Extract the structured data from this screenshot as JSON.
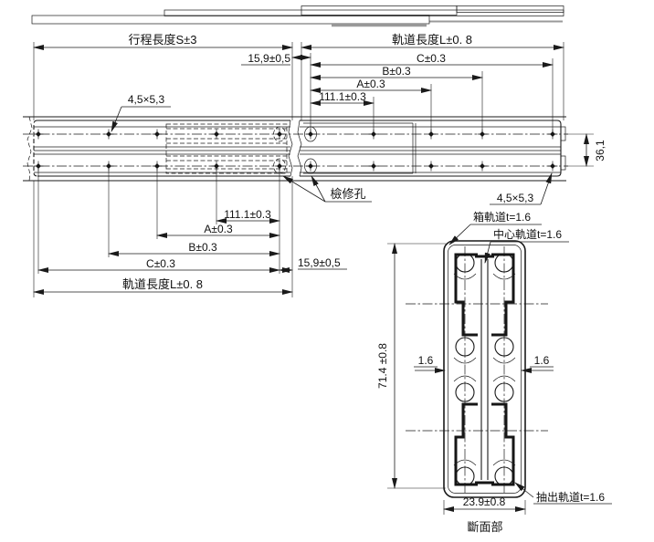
{
  "plan": {
    "stroke_length": "行程長度S±3",
    "rail_length_top": "軌道長度L±0. 8",
    "rail_length_bottom": "軌道長度L±0. 8",
    "end_offset_top": "15,9±0,5",
    "end_offset_bottom": "15,9±0,5",
    "dim_c_top": "C±0.3",
    "dim_b_top": "B±0.3",
    "dim_a_top": "A±0.3",
    "dim_111_top": "111.1±0.3",
    "dim_c_bottom": "C±0.3",
    "dim_b_bottom": "B±0.3",
    "dim_a_bottom": "A±0.3",
    "dim_111_bottom": "111.1±0.3",
    "slot_size_left": "4,5×5,3",
    "slot_size_right": "4,5×5,3",
    "rail_width": "36,1",
    "inspection_hole": "檢修孔"
  },
  "section": {
    "box_rail": "箱軌道t=1.6",
    "center_rail": "中心軌道t=1.6",
    "pullout_rail": "抽出軌道t=1.6",
    "height": "71.4 ±0.8",
    "web_left": "1.6",
    "web_right": "1.6",
    "width": "23.9±0.8",
    "caption": "斷面部"
  },
  "colors": {
    "line": "#1a1a1a",
    "hatch": "#161616",
    "gray": "#9a9a9a"
  }
}
